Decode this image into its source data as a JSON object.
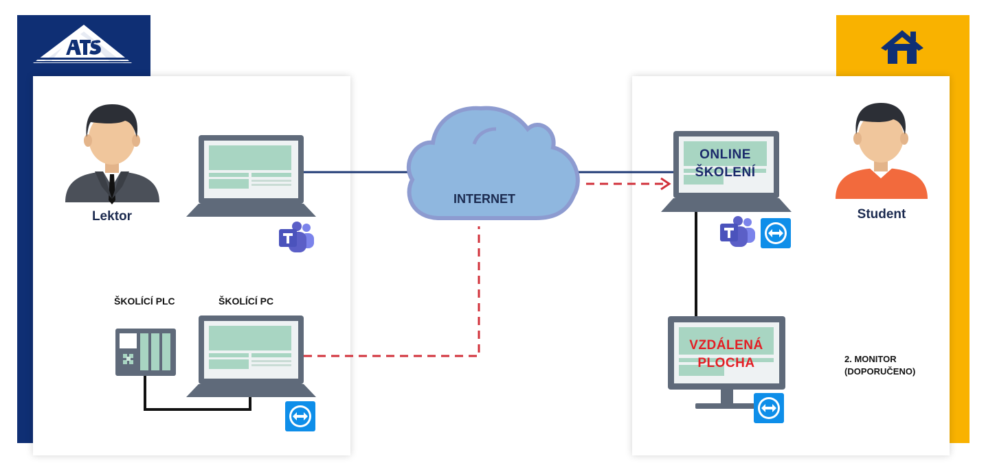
{
  "colors": {
    "navy": "#0f2f74",
    "yellow": "#f9b200",
    "cloud": "#8fb7df",
    "cloud_stroke": "#8d9bd0",
    "device": "#5f6a7a",
    "screen": "#a8d5c2",
    "dashed_red": "#d1303a",
    "teams": "#5b5fc7",
    "teamviewer": "#0e8ee9",
    "student_shirt": "#f26a3d",
    "label_red": "#e31e24"
  },
  "labels": {
    "lecturer": "Lektor",
    "student": "Student",
    "internet": "INTERNET",
    "training_plc": "ŠKOLÍCÍ PLC",
    "training_pc": "ŠKOLÍCÍ PC",
    "online_line1": "ONLINE",
    "online_line2": "ŠKOLENÍ",
    "remote_line1": "VZDÁLENÁ",
    "remote_line2": "PLOCHA",
    "monitor_line1": "2. MONITOR",
    "monitor_line2": "(DOPORUČENO)"
  },
  "icons": {
    "company_logo": "ats-logo",
    "home": "home-icon",
    "teams": "teams-icon",
    "teamviewer": "teamviewer-icon"
  }
}
